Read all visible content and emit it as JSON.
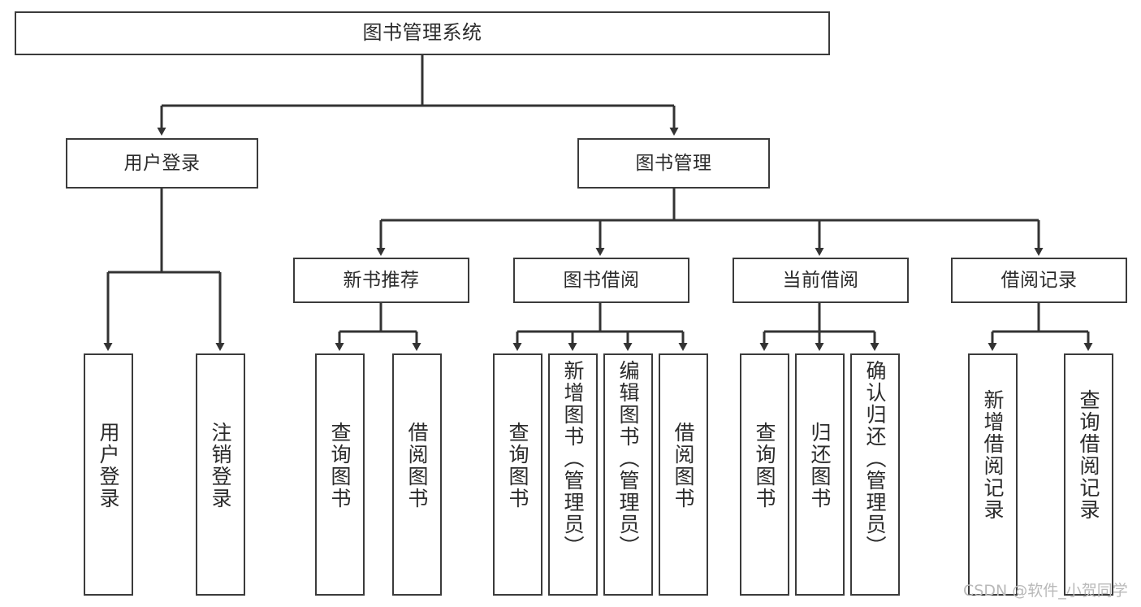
{
  "diagram": {
    "type": "tree-hierarchy-chart",
    "title": "图书管理系统",
    "orientation": "top-down",
    "colors": {
      "box_border": "#3b3b3b",
      "box_fill": "#ffffff",
      "connector": "#333333",
      "text": "#2b2b2b",
      "watermark": "#b9b9b9",
      "background": "#ffffff"
    },
    "root": {
      "label": "图书管理系统"
    },
    "level2": [
      {
        "label": "用户登录"
      },
      {
        "label": "图书管理"
      }
    ],
    "level3": [
      {
        "label": "新书推荐"
      },
      {
        "label": "图书借阅"
      },
      {
        "label": "当前借阅"
      },
      {
        "label": "借阅记录"
      }
    ],
    "leaves": {
      "user_login": [
        {
          "label": "用户登录"
        },
        {
          "label": "注销登录"
        }
      ],
      "new_book_recommend": [
        {
          "label": "查询图书"
        },
        {
          "label": "借阅图书"
        }
      ],
      "book_borrow": [
        {
          "label": "查询图书"
        },
        {
          "label": "新增图书（管理员）"
        },
        {
          "label": "编辑图书（管理员）"
        },
        {
          "label": "借阅图书"
        }
      ],
      "current_borrow": [
        {
          "label": "查询图书"
        },
        {
          "label": "归还图书"
        },
        {
          "label": "确认归还（管理员）"
        }
      ],
      "borrow_record": [
        {
          "label": "新增借阅记录"
        },
        {
          "label": "查询借阅记录"
        }
      ]
    },
    "watermark": "CSDN @软件_小贺同学"
  }
}
